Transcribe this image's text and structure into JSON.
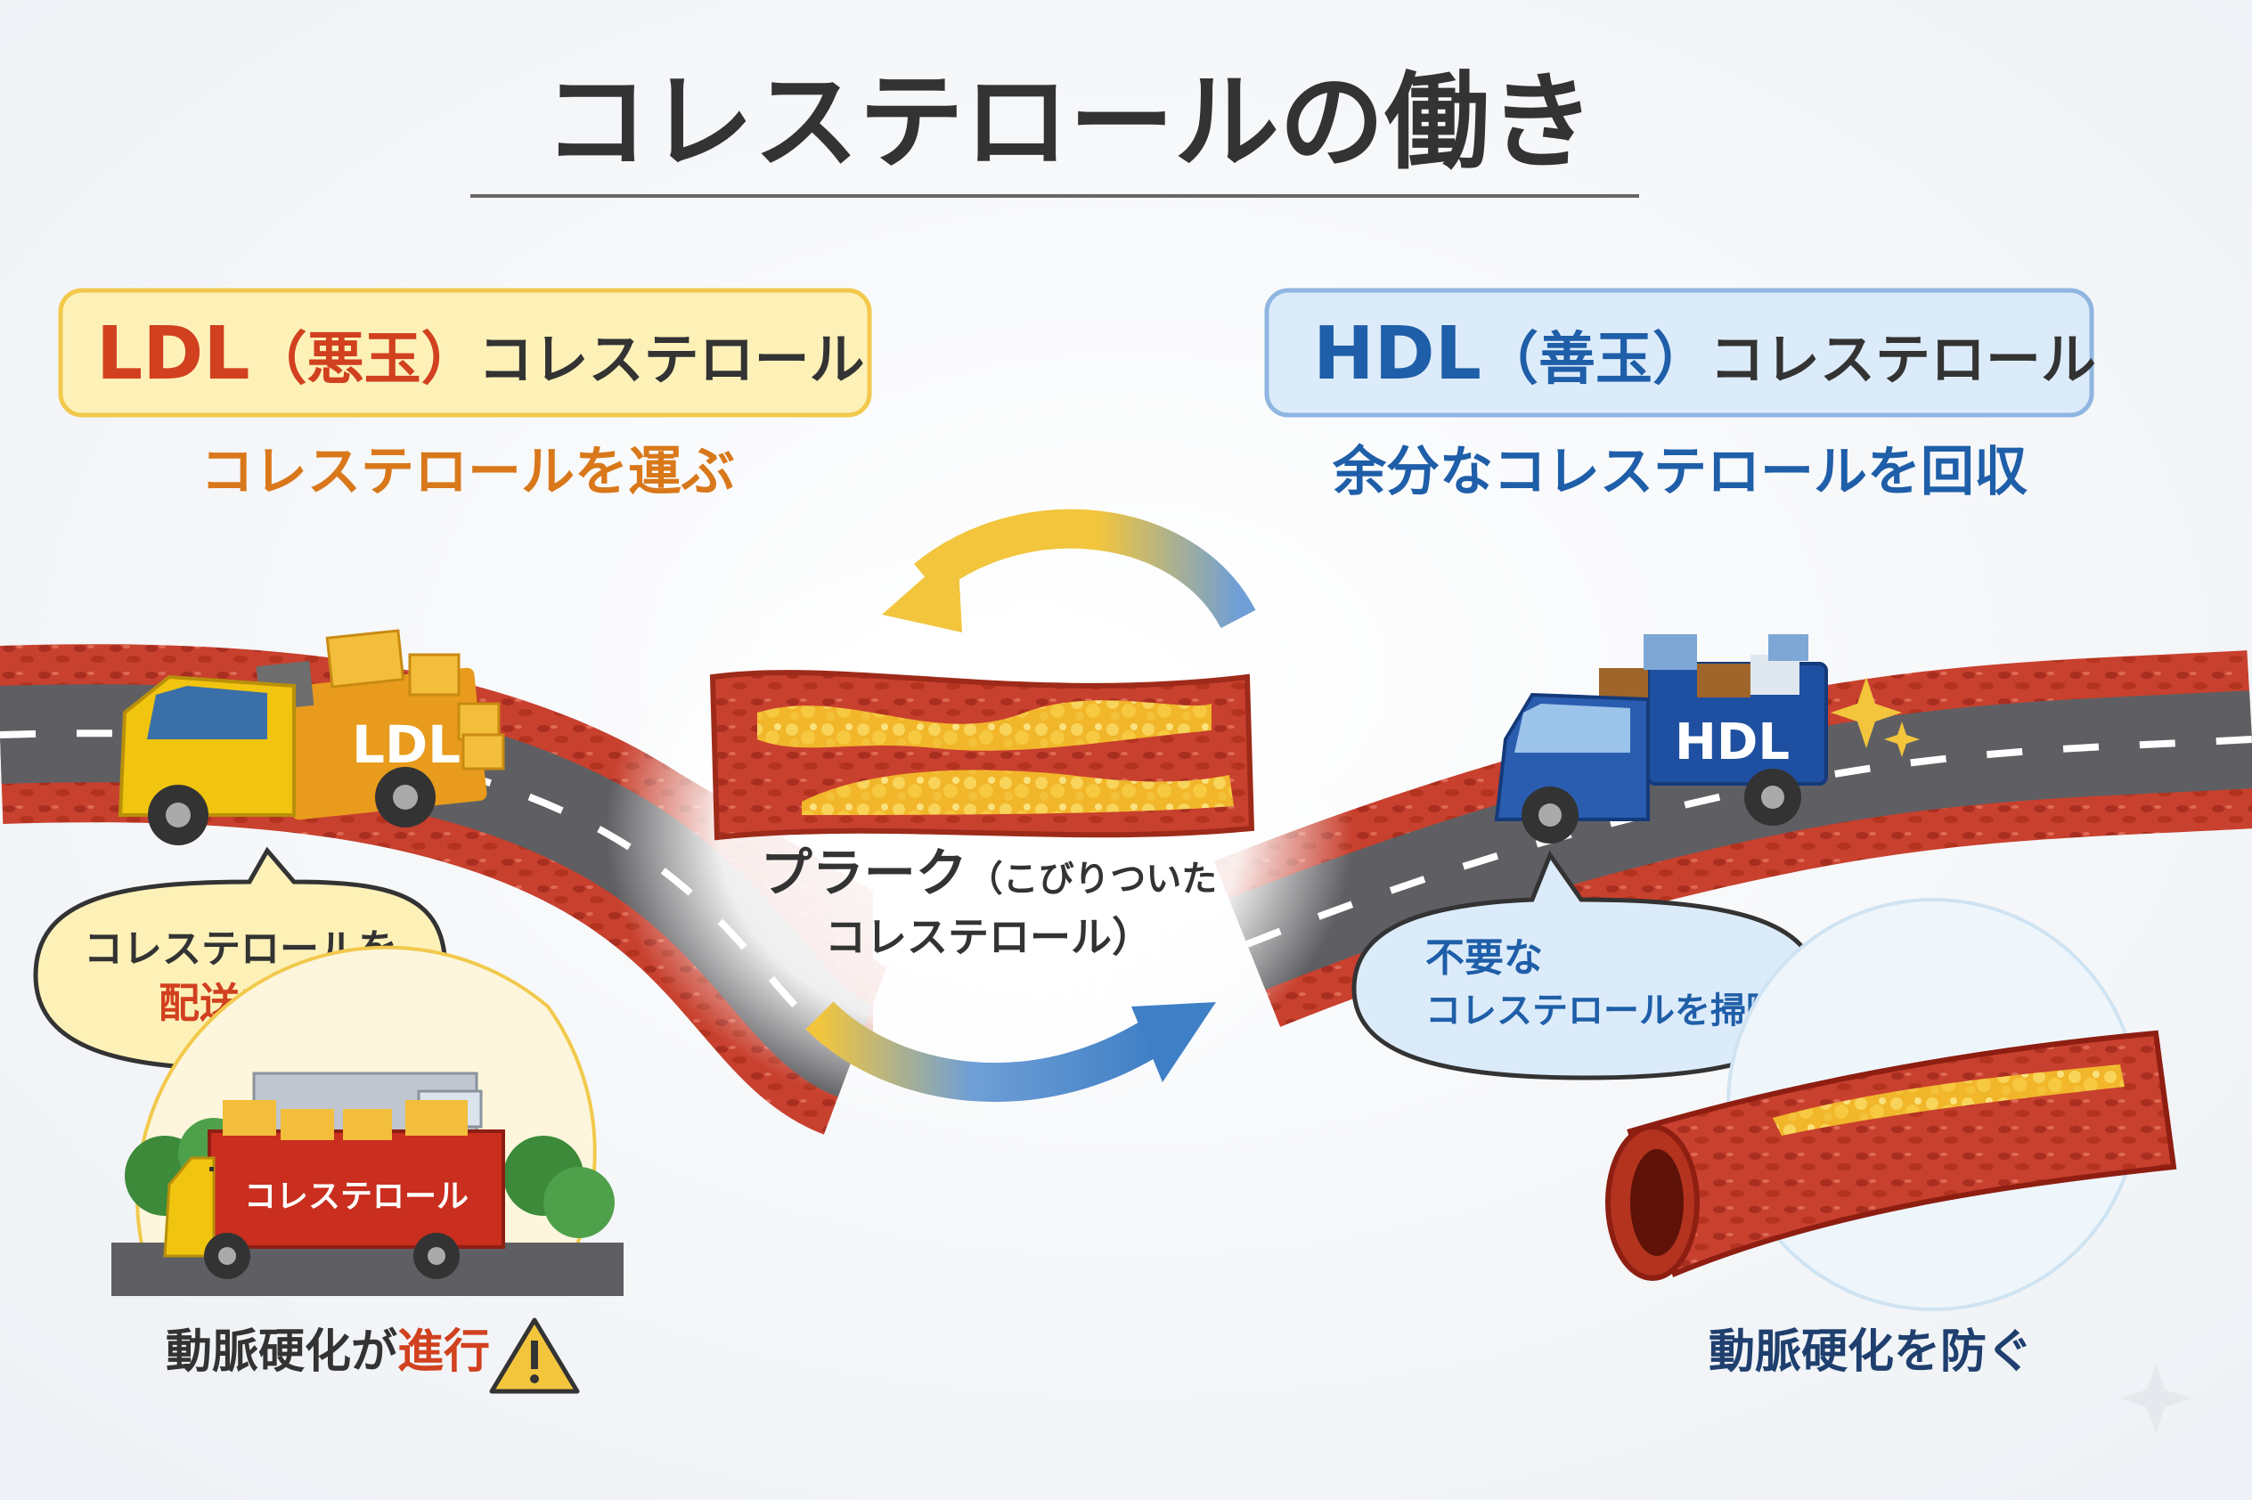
{
  "title": "コレステロールの働き",
  "ldl": {
    "badge": {
      "prefix": "LDL",
      "paren": "（悪玉）",
      "suffix": "コレステロール"
    },
    "role": "コレステロールを運ぶ",
    "truck_label": "LDL",
    "bubble": {
      "line1": "コレステロールを",
      "line2": "配送中…"
    },
    "delivery_truck_label": "コレステロール",
    "outcome": {
      "text": "動脈硬化が",
      "highlight": "進行"
    }
  },
  "center": {
    "plaque_main": "プラーク",
    "plaque_paren": "（こびりついた",
    "plaque_line2": "コレステロール）"
  },
  "hdl": {
    "badge": {
      "prefix": "HDL",
      "paren": "（善玉）",
      "suffix": "コレステロール"
    },
    "role": "余分なコレステロールを回収",
    "truck_label": "HDL",
    "bubble": {
      "line1": "不要な",
      "line2": "コレステロールを掃除！"
    },
    "outcome": "動脈硬化を防ぐ"
  },
  "colors": {
    "title": "#333333",
    "ldl_red": "#d1401f",
    "ldl_orange": "#d9781a",
    "ldl_badge_bg": "#fdf1b8",
    "ldl_badge_border": "#f2c94c",
    "hdl_blue": "#1f5ea8",
    "hdl_badge_bg": "#dcebfa",
    "hdl_badge_border": "#8fb6e0",
    "road": "#5f5f63",
    "artery": "#c0392b",
    "plaque": "#f4c430",
    "arrow_yellow": "#f2c53d",
    "arrow_blue": "#4a86c8"
  }
}
